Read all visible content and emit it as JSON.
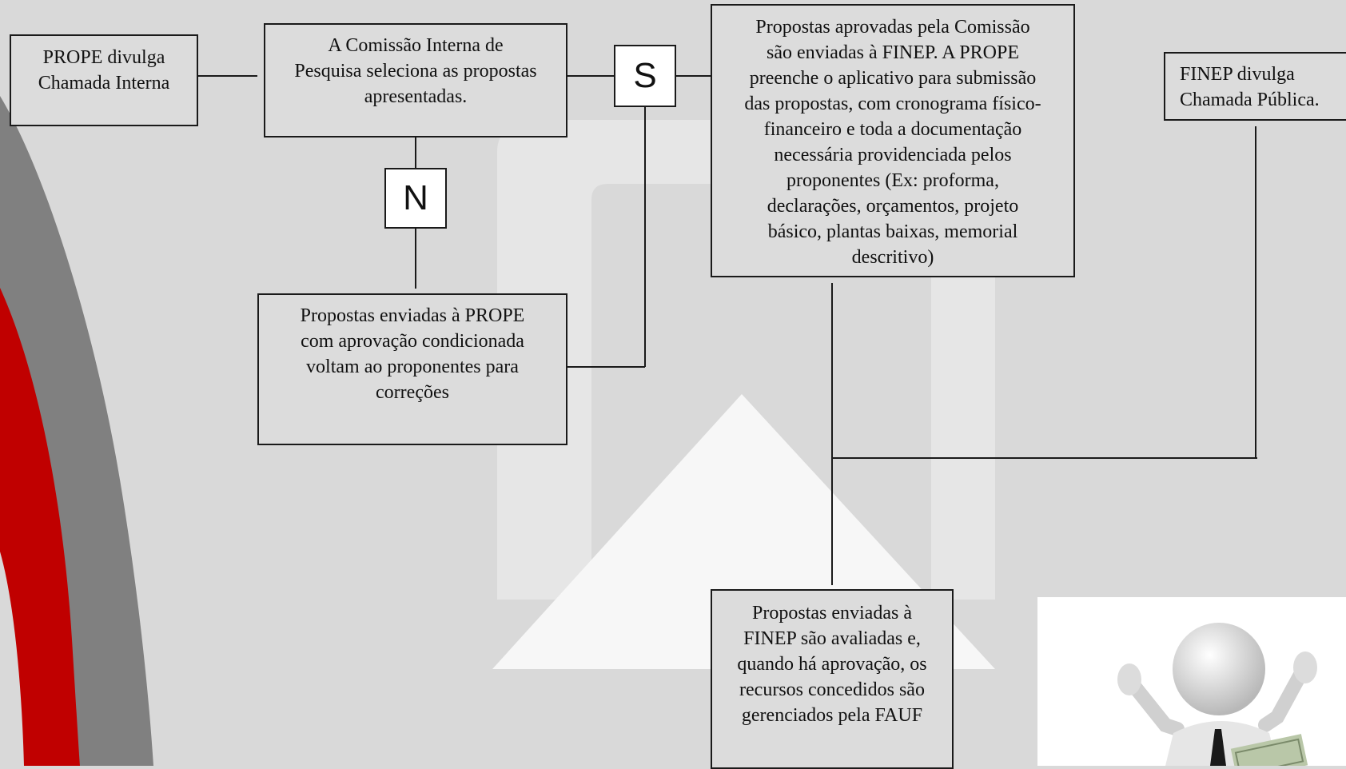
{
  "colors": {
    "background": "#d9d9d9",
    "ribbon_red": "#c00000",
    "ribbon_gray": "#7f7f7f",
    "watermark": "#eeeeee",
    "border": "#1a1a1a"
  },
  "boxes": {
    "prope_divulga": "PROPE divulga\nChamada Interna",
    "comissao": "A  Comissão Interna de\nPesquisa seleciona as propostas\napresentadas.",
    "aprovadas": "Propostas aprovadas pela Comissão\nsão enviadas à FINEP. A PROPE\npreenche o aplicativo para submissão\ndas propostas, com cronograma físico-\nfinanceiro e toda a documentação\nnecessária providenciada pelos\nproponentes (Ex: proforma,\ndeclarações, orçamentos, projeto\nbásico, plantas baixas, memorial\ndescritivo)",
    "finep_divulga": "FINEP divulga\nChamada Pública.",
    "correcoes": "Propostas enviadas à  PROPE\ncom aprovação condicionada\nvoltam ao proponentes para\ncorreções",
    "fauf": "Propostas enviadas à\nFINEP são avaliadas e,\nquando há aprovação, os\nrecursos concedidos são\ngerenciados pela FAUF"
  },
  "decisions": {
    "sim": "S",
    "nao": "N"
  },
  "icons": {
    "figure": "person-with-money-icon"
  }
}
